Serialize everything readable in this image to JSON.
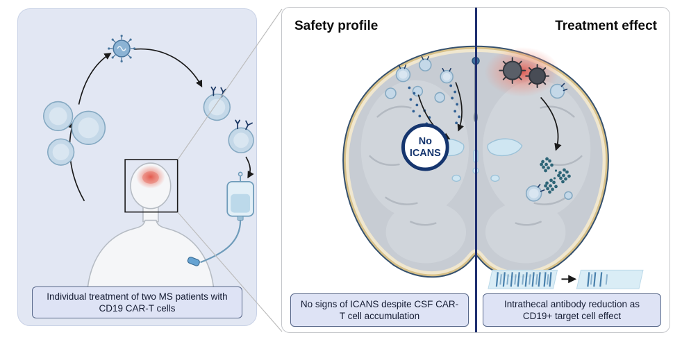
{
  "left_panel": {
    "caption": "Individual treatment of two MS patients with CD19 CAR-T cells"
  },
  "right_panel": {
    "safety_title": "Safety profile",
    "treatment_title": "Treatment effect",
    "no_icans": {
      "line1": "No",
      "line2": "ICANS"
    },
    "safety_caption": "No signs of ICANS despite CSF CAR-T cell accumulation",
    "treatment_caption": "Intrathecal antibody reduction as CD19+ target cell effect"
  },
  "icons": {
    "virus": "viral-vector-icon",
    "t_cell": "t-cell-icon",
    "car_t_cell": "car-t-cell-icon",
    "iv_bag": "infusion-bag-icon",
    "patient": "patient-figure",
    "brain": "brain-coronal-section",
    "gel_bands": "antibody-band-reduction"
  },
  "colors": {
    "panel_background": "#e2e7f3",
    "caption_background": "#dee3f5",
    "caption_border": "#566688",
    "divider_navy": "#203070",
    "no_icans_navy": "#15356e",
    "skull_tan": "#d8c189",
    "brain_gray": "#c7ccd3",
    "ventricle_blue": "#cfe6f2",
    "cell_blue": "#c4d8e8",
    "inflammation_red": "#e4473c",
    "band_line_blue": "#2f6da0"
  }
}
